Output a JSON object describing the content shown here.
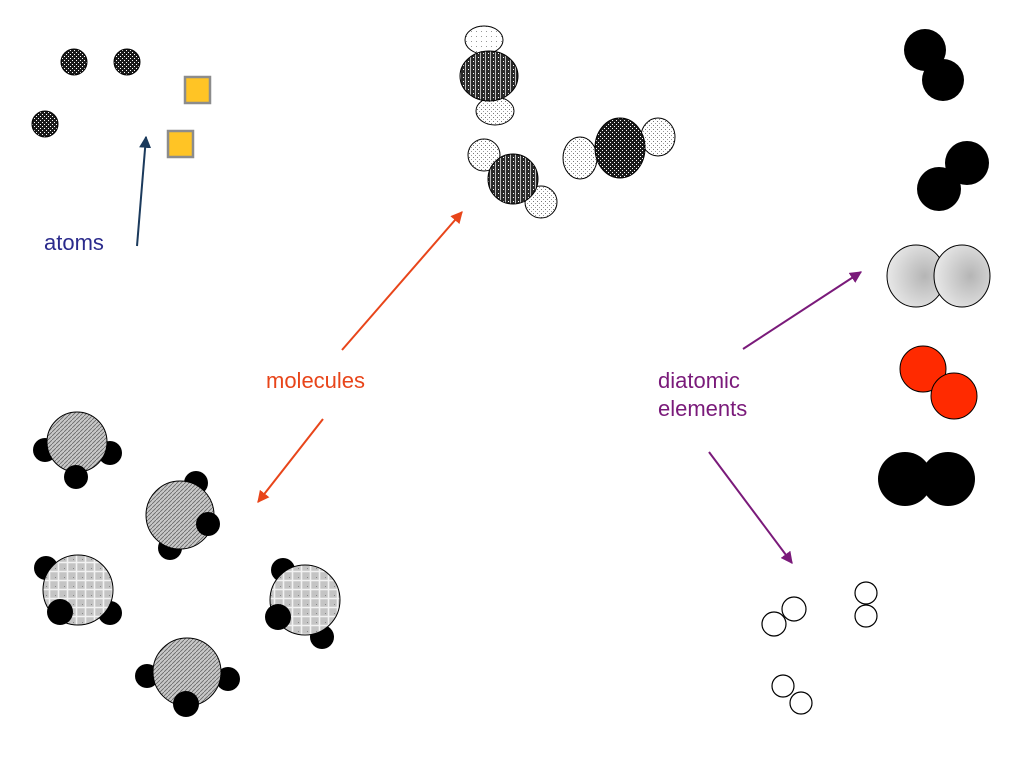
{
  "labels": {
    "atoms": "atoms",
    "molecules": "molecules",
    "diatomic": [
      "diatomic",
      "elements"
    ]
  },
  "colors": {
    "atoms_label": "#2b2b8c",
    "atoms_arrow": "#1b3a5c",
    "molecules": "#e8451a",
    "diatomic": "#7a1a7a",
    "gold": "#ffc425",
    "red": "#ff2a00"
  },
  "icons": {
    "atom": "atom-icon",
    "molecule": "molecule-icon",
    "diatomic": "diatomic-molecule-icon"
  }
}
